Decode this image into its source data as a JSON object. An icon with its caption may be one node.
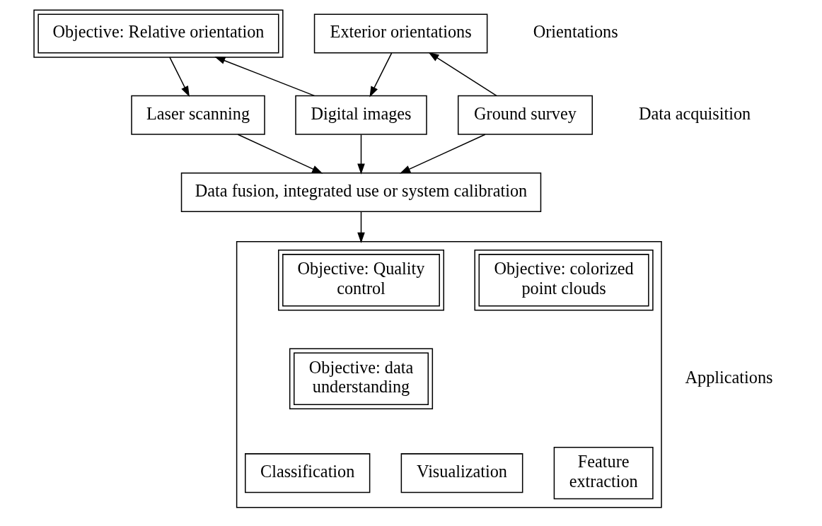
{
  "diagram": {
    "nodes": [
      {
        "text": [
          "Objective: Relative orientation"
        ]
      },
      {
        "text": [
          "Exterior orientations"
        ]
      },
      {
        "text": [
          "Laser scanning"
        ]
      },
      {
        "text": [
          "Digital images"
        ]
      },
      {
        "text": [
          "Ground survey"
        ]
      },
      {
        "text": [
          "Data fusion, integrated use or system calibration"
        ]
      },
      {
        "text": [],
        "shape": "box"
      },
      {
        "text": [
          "Objective: Quality control"
        ],
        "in": 6
      },
      {
        "text": [
          "Objective: colorized point clouds"
        ],
        "in": 6
      },
      {
        "text": [
          "Objective: data understanding"
        ],
        "in": 6
      },
      {
        "text": [
          "Feature extraction"
        ],
        "in": 6
      },
      {
        "text": [
          "Classification"
        ],
        "in": 6
      },
      {
        "text": [
          "Visualization"
        ],
        "in": 6
      }
    ],
    "edges": [
      {
        "from": 0,
        "to": 2,
        "arrow": "to"
      },
      {
        "from": 3,
        "to": 0,
        "arrow": "to"
      },
      {
        "from": 1,
        "to": 3,
        "arrow": "to"
      },
      {
        "from": 4,
        "to": 1,
        "arrow": "to"
      },
      {
        "from": 2,
        "to": 5,
        "arrow": "to"
      },
      {
        "from": 3,
        "to": 5,
        "arrow": "to"
      },
      {
        "from": 4,
        "to": 5,
        "arrow": "to"
      },
      {
        "from": 5,
        "to": 6,
        "arrow": "to"
      }
    ],
    "labels": [
      "Orientations",
      "Data acquisition",
      "Applications"
    ]
  }
}
